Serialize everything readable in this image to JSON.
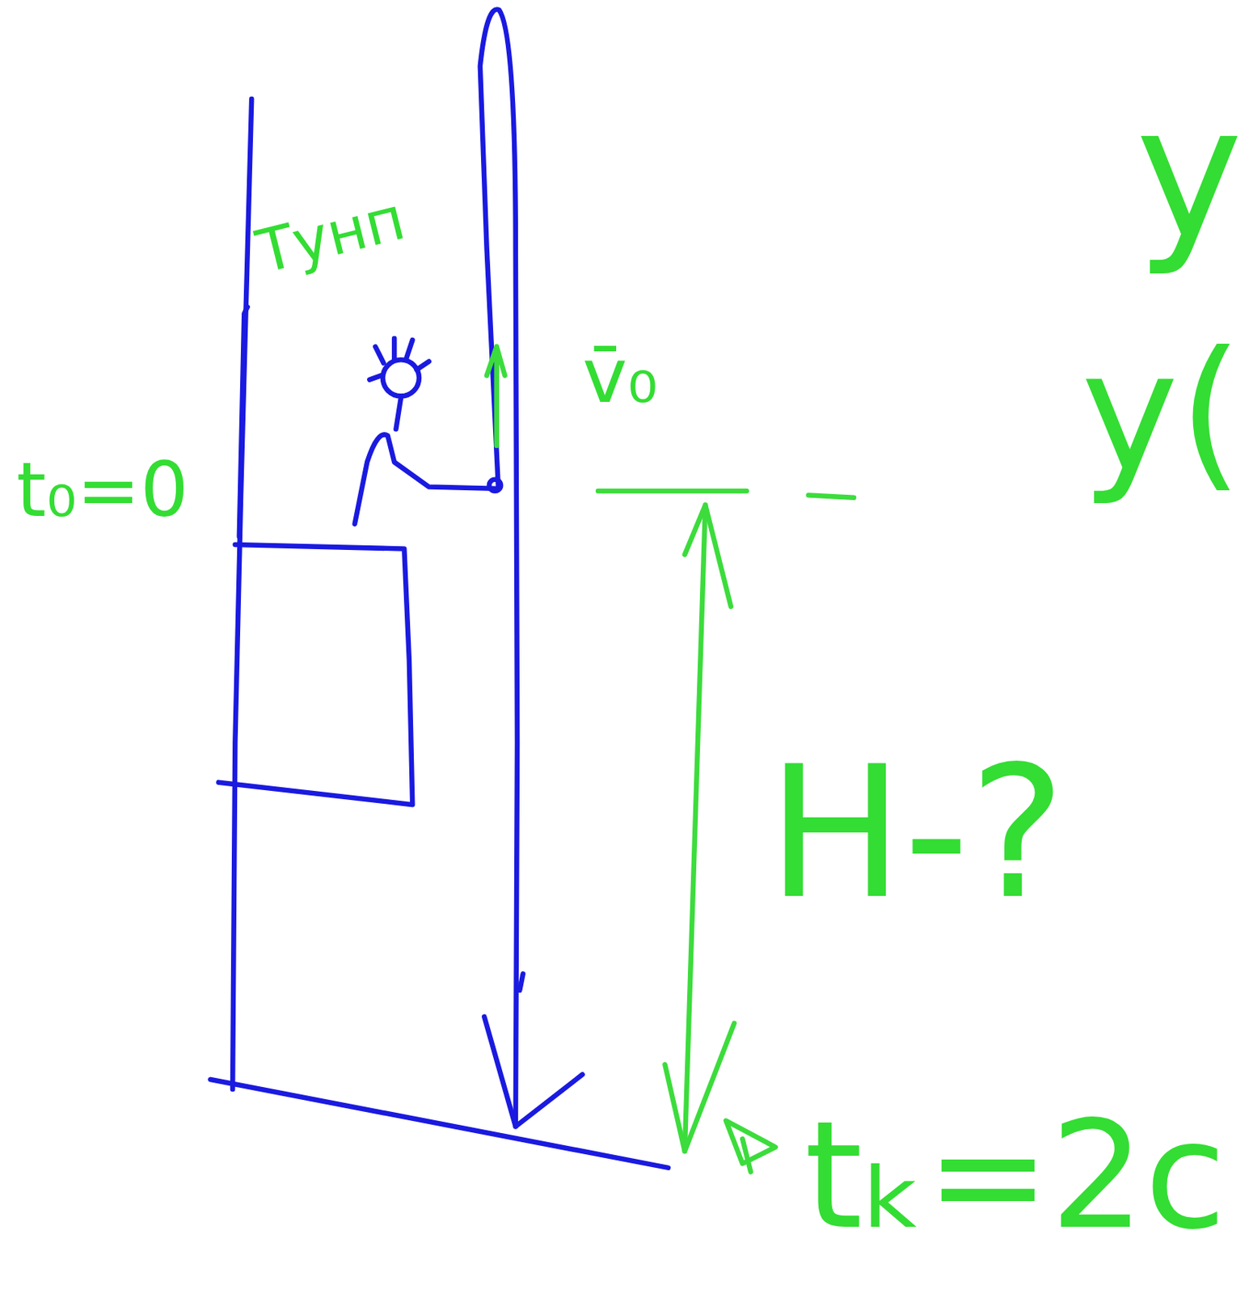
{
  "diagram": {
    "labels": [
      "Тунп",
      "t₀=0",
      "v̄₀",
      "H-?",
      "tₖ=2c",
      "y",
      "y("
    ]
  }
}
